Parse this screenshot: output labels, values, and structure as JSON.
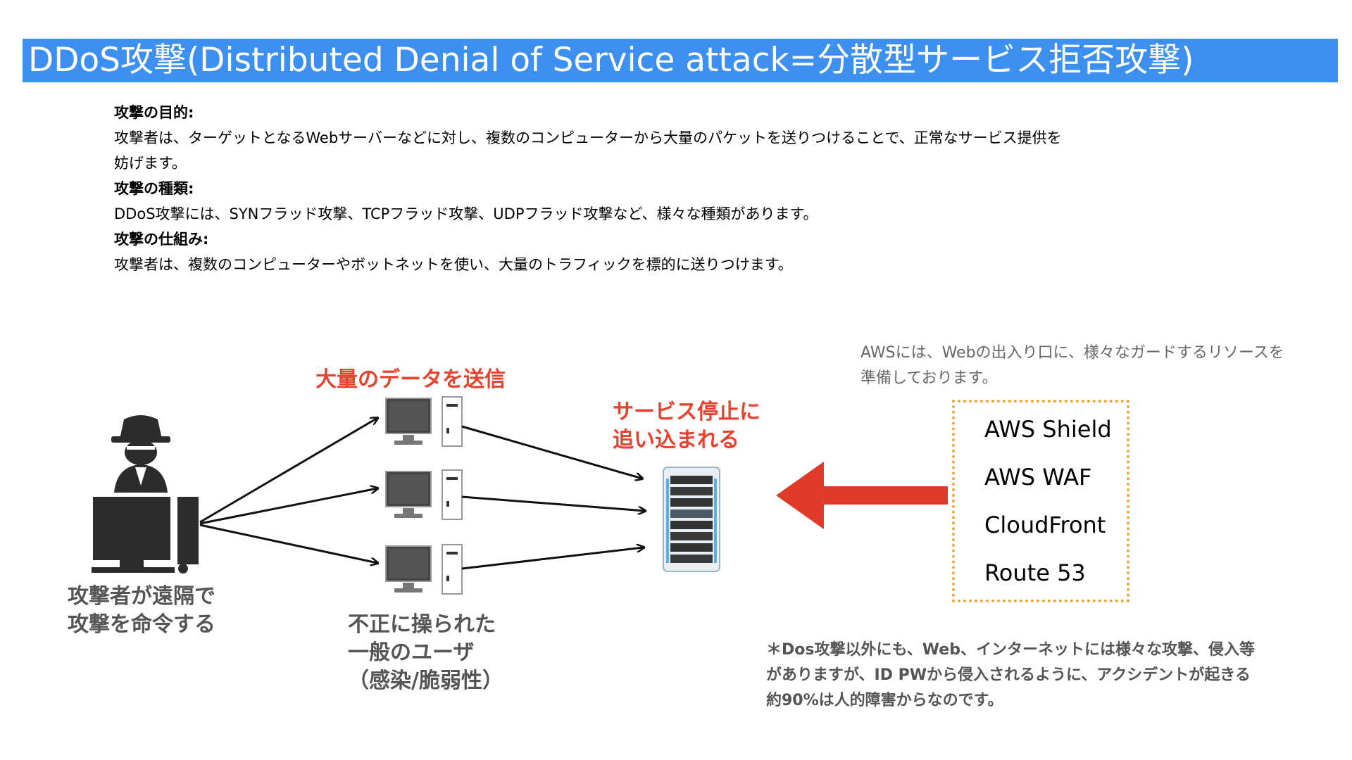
{
  "title": "DDoS攻撃(Distributed Denial of Service attack=分散型サービス拒否攻撃)",
  "description": {
    "purpose_heading": "攻撃の目的:",
    "purpose_line1": "攻撃者は、ターゲットとなるWebサーバーなどに対し、複数のコンピューターから大量のパケットを送りつけることで、正常なサービス提供を",
    "purpose_line2": "妨げます。",
    "types_heading": "攻撃の種類:",
    "types_text": "DDoS攻撃には、SYNフラッド攻撃、TCPフラッド攻撃、UDPフラッド攻撃など、様々な種類があります。",
    "mechanism_heading": "攻撃の仕組み:",
    "mechanism_text": "攻撃者は、複数のコンピューターやボットネットを使い、大量のトラフィックを標的に送りつけます。"
  },
  "diagram": {
    "send_label": "大量のデータを送信",
    "stop_label_line1": "サービス停止に",
    "stop_label_line2": "追い込まれる",
    "attacker_label_line1": "攻撃者が遠隔で",
    "attacker_label_line2": "攻撃を命令する",
    "users_label_line1": "不正に操られた",
    "users_label_line2": "一般のユーザ",
    "users_label_line3": "（感染/脆弱性）",
    "arrow_color": "#e03a28",
    "accent_red": "#e8422e"
  },
  "aws": {
    "note_line1": "AWSには、Webの出入り口に、様々なガードするリソースを",
    "note_line2": "準備しております。",
    "items": [
      "AWS Shield",
      "AWS WAF",
      "CloudFront",
      "Route 53"
    ],
    "box_border_color": "#f0a43a"
  },
  "footnote": {
    "line1": "＊Dos攻撃以外にも、Web、インターネットには様々な攻撃、侵入等",
    "line2": "がありますが、ID PWから侵入されるように、アクシデントが起きる",
    "line3": "約90%は人的障害からなのです。"
  },
  "colors": {
    "title_bg": "#3d8ff0",
    "title_fg": "#ffffff"
  }
}
